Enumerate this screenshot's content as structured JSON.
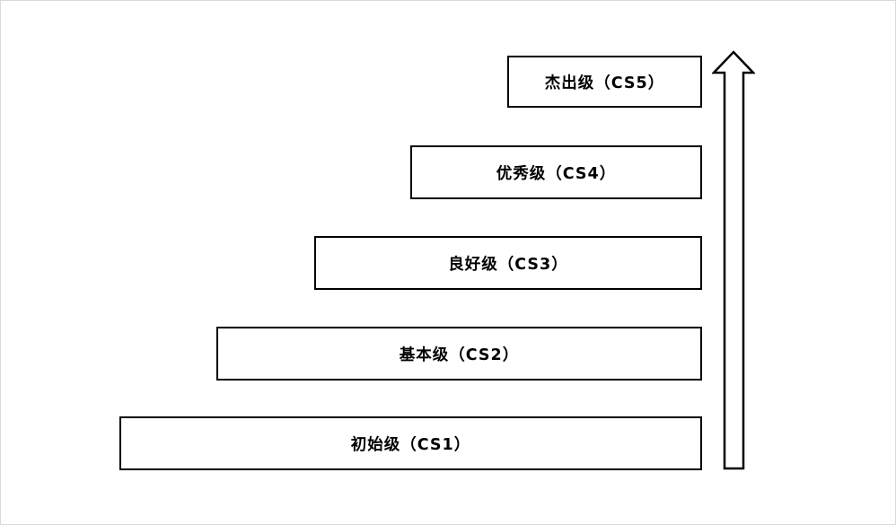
{
  "page": {
    "background_color": "#ffffff",
    "border_color": "#d9d9d9"
  },
  "diagram": {
    "levels": [
      {
        "label": "杰出级（CS5）"
      },
      {
        "label": "优秀级（CS4）"
      },
      {
        "label": "良好级（CS3）"
      },
      {
        "label": "基本级（CS2）"
      },
      {
        "label": "初始级（CS1）"
      }
    ],
    "arrow": {
      "icon": "up-arrow"
    },
    "colors": {
      "box_border": "#000000",
      "box_fill": "#ffffff",
      "text": "#000000"
    }
  }
}
